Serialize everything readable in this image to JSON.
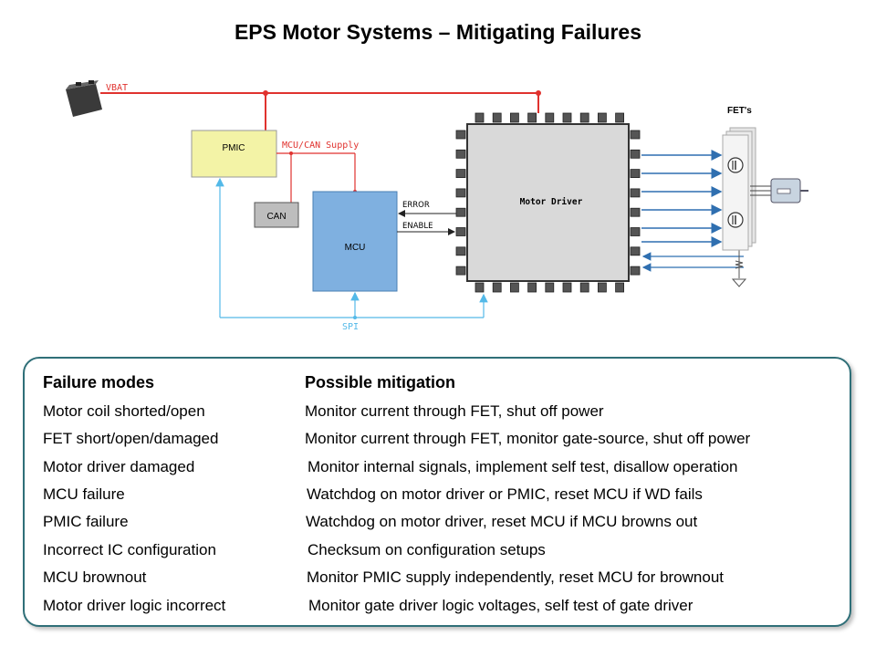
{
  "title": "EPS Motor Systems – Mitigating Failures",
  "diagram": {
    "vbat": "VBAT",
    "pmic": "PMIC",
    "supply": "MCU/CAN Supply",
    "can": "CAN",
    "mcu": "MCU",
    "error": "ERROR",
    "enable": "ENABLE",
    "motor_driver": "Motor Driver",
    "spi": "SPI",
    "fets": "FET's"
  },
  "colors": {
    "red": "#e0322e",
    "blue": "#2f6fb0",
    "lightblue": "#53b9e8",
    "pmic_fill": "#f3f3a6",
    "mcu_fill": "#7fb0e0"
  },
  "table": {
    "headers": [
      "Failure modes",
      "Possible mitigation"
    ],
    "rows": [
      [
        "Motor coil shorted/open",
        "Monitor current through FET, shut off power"
      ],
      [
        "FET short/open/damaged",
        "Monitor current through FET, monitor gate-source, shut off power"
      ],
      [
        "Motor driver damaged",
        "Monitor internal signals, implement self test, disallow operation"
      ],
      [
        "MCU failure",
        "Watchdog on motor driver or PMIC, reset MCU if WD fails"
      ],
      [
        "PMIC failure",
        "Watchdog on motor driver, reset MCU if MCU browns out"
      ],
      [
        "Incorrect IC configuration",
        "Checksum on configuration setups"
      ],
      [
        "MCU brownout",
        "Monitor PMIC supply independently, reset MCU for brownout"
      ],
      [
        "Motor driver logic incorrect",
        "Monitor gate driver logic voltages, self test of gate driver"
      ]
    ]
  }
}
